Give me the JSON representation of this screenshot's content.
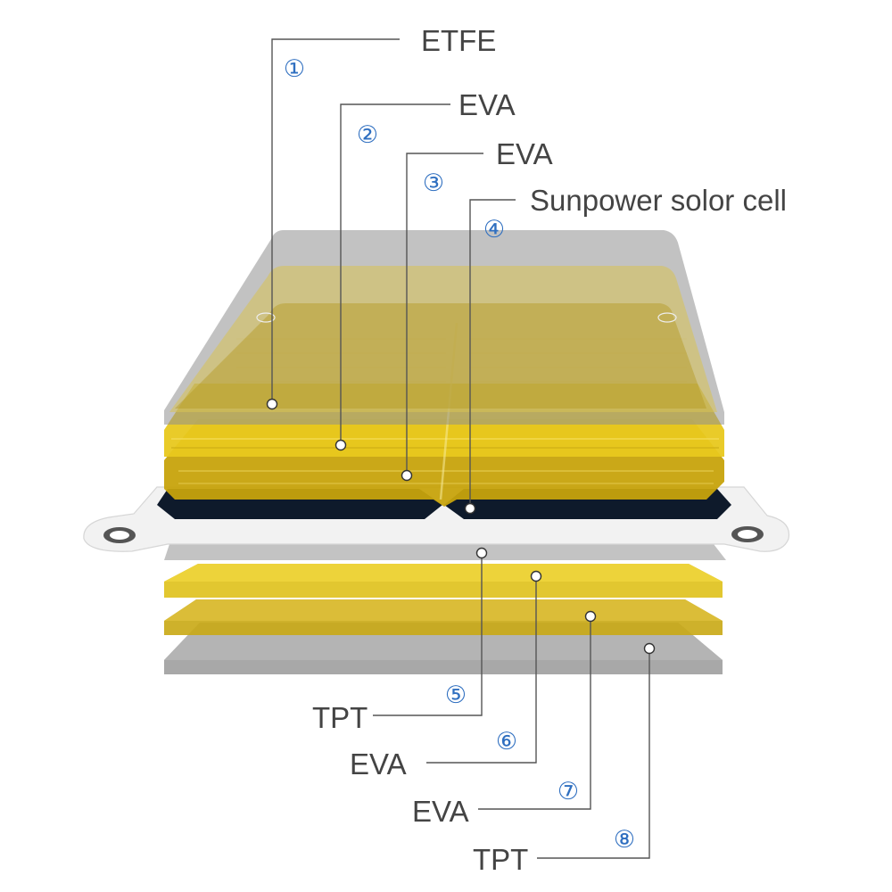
{
  "colors": {
    "etfe": "#9a9a9a",
    "eva_top": "#e8cf3a",
    "eva": "#d9b61c",
    "cell": "#0e1a2b",
    "tpt": "#f1f1f1",
    "tpt_back": "#a0a0a0",
    "callout_blue": "#2f6fc0",
    "label_text": "#444444"
  },
  "layers": [
    {
      "number": "①",
      "label": "ETFE"
    },
    {
      "number": "②",
      "label": "EVA"
    },
    {
      "number": "③",
      "label": "EVA"
    },
    {
      "number": "④",
      "label": "Sunpower solor cell"
    },
    {
      "number": "⑤",
      "label": "TPT"
    },
    {
      "number": "⑥",
      "label": "EVA"
    },
    {
      "number": "⑦",
      "label": "EVA"
    },
    {
      "number": "⑧",
      "label": "TPT"
    }
  ]
}
